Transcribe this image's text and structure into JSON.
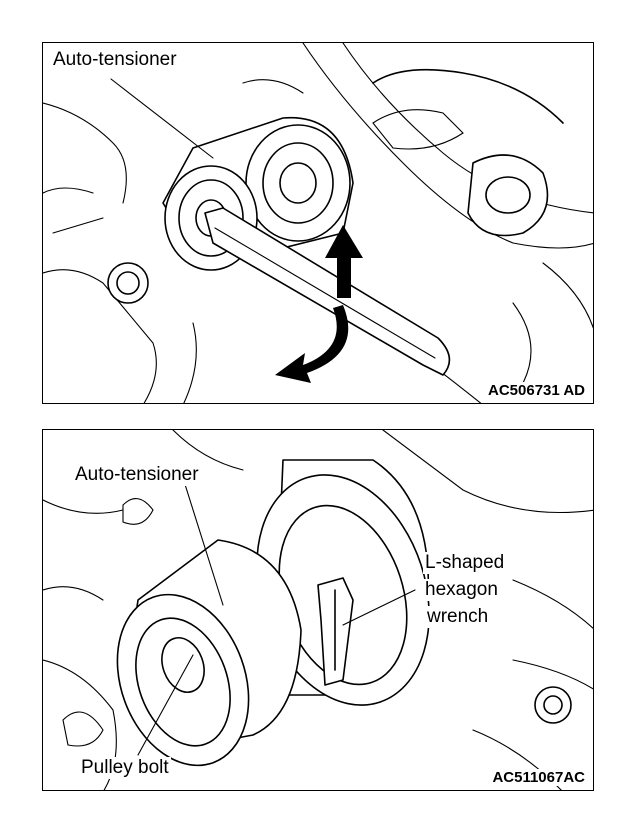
{
  "figures": [
    {
      "labels": {
        "auto_tensioner": "Auto-tensioner"
      },
      "code": "AC506731 AD"
    },
    {
      "labels": {
        "auto_tensioner": "Auto-tensioner",
        "pulley_bolt": "Pulley bolt",
        "wrench_line1": "L-shaped",
        "wrench_line2": "hexagon",
        "wrench_line3": "wrench"
      },
      "code": "AC511067AC"
    }
  ],
  "colors": {
    "ink": "#000000",
    "paper": "#ffffff"
  }
}
